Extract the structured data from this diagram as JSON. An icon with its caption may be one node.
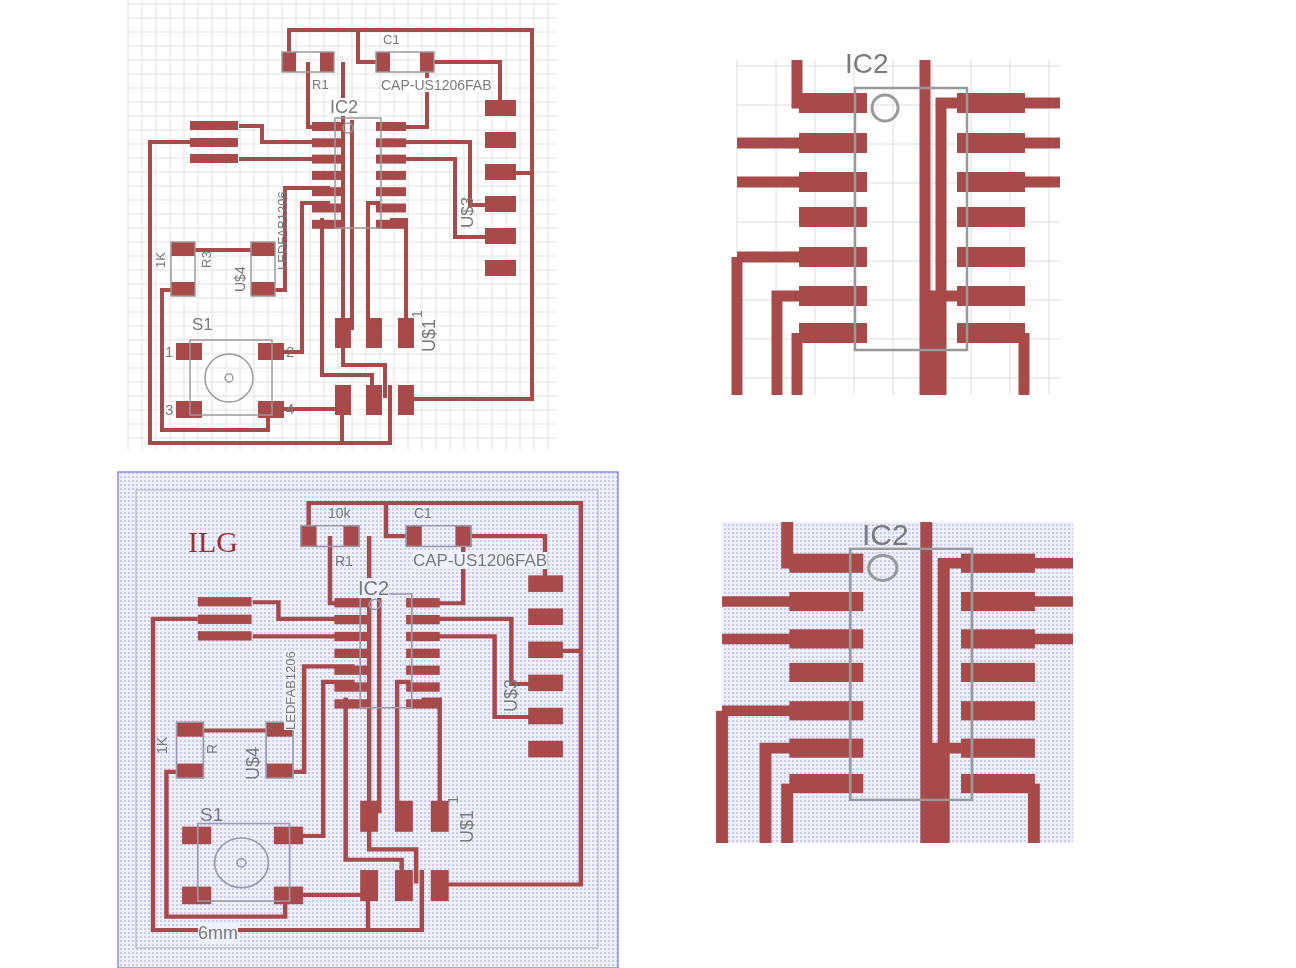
{
  "diagram": {
    "labels": [
      "C1",
      "R1",
      "CAP-US1206FAB",
      "IC2",
      "LEDFAB1206",
      "1K",
      "R3",
      "U$4",
      "U$3",
      "S1",
      "1",
      "2",
      "3",
      "4",
      "1",
      "U$1",
      "IC2",
      "10k",
      "C1",
      "ILG",
      "R1",
      "CAP-US1206FAB",
      "IC2",
      "LEDFAB1206",
      "1K",
      "R",
      "U$4",
      "U$3",
      "S1",
      "1",
      "U$1",
      "6mm",
      "IC2"
    ]
  }
}
